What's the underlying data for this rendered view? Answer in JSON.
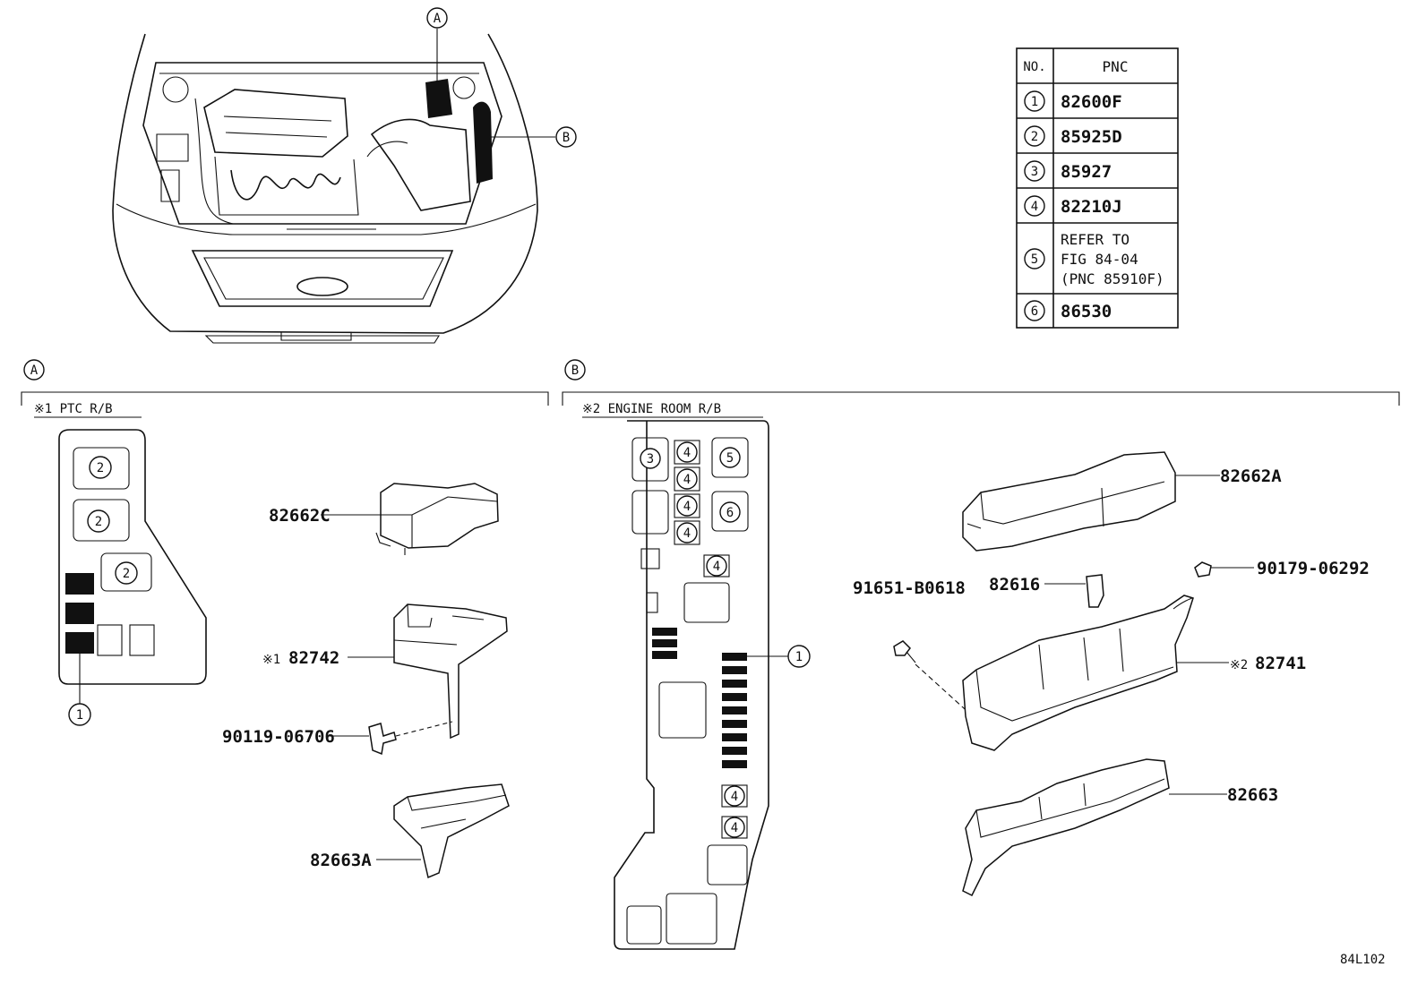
{
  "table": {
    "header_no": "NO.",
    "header_pnc": "PNC",
    "rows": [
      {
        "no": "1",
        "pnc": "82600F"
      },
      {
        "no": "2",
        "pnc": "85925D"
      },
      {
        "no": "3",
        "pnc": "85927"
      },
      {
        "no": "4",
        "pnc": "82210J"
      },
      {
        "no": "5",
        "pnc_lines": [
          "REFER TO",
          "FIG 84-04",
          "(PNC 85910F)"
        ]
      },
      {
        "no": "6",
        "pnc": "86530"
      }
    ]
  },
  "callouts": {
    "a": "A",
    "b": "B"
  },
  "section_a": {
    "title": "※1 PTC R/B",
    "parts": {
      "cover": "82662C",
      "block_prefix": "※1",
      "block": "82742",
      "bolt": "90119-06706",
      "lower_cover": "82663A"
    }
  },
  "section_b": {
    "title": "※2 ENGINE ROOM R/B",
    "parts": {
      "cover": "82662A",
      "clip": "90179-06292",
      "relay": "82616",
      "bolt": "91651-B0618",
      "block_prefix": "※2",
      "block": "82741",
      "lower_cover": "82663"
    }
  },
  "figure_code": "84L102"
}
